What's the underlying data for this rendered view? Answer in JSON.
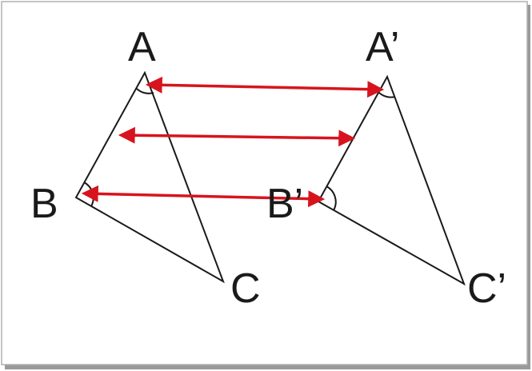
{
  "labels": {
    "A": "A",
    "B": "B",
    "C": "C",
    "A_prime": "A’",
    "B_prime": "B’",
    "C_prime": "C’"
  },
  "colors": {
    "arrow": "#d7141e",
    "line": "#1a1a1a",
    "frame": "#b0b0b0",
    "background": "#ffffff"
  }
}
